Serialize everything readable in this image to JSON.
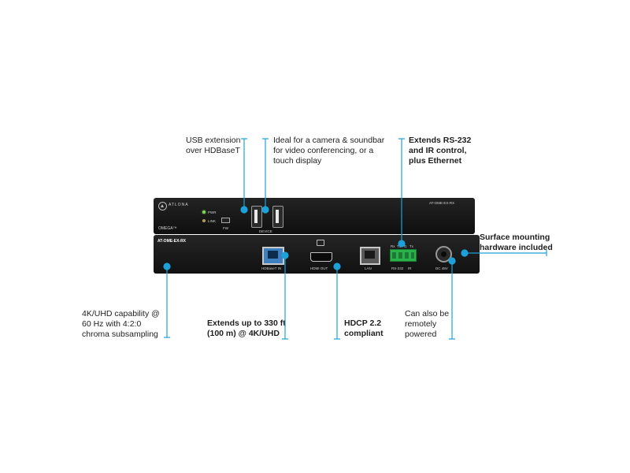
{
  "callouts": {
    "usb_extension": [
      "USB extension",
      "over HDBaseT"
    ],
    "ideal_for": [
      "Ideal for a camera & soundbar",
      "for video conferencing, or a",
      "touch display"
    ],
    "extends_rs232": [
      "Extends RS-232",
      "and IR control,",
      "plus Ethernet"
    ],
    "surface_mounting": [
      "Surface mounting",
      "hardware included"
    ],
    "uhd_capability": [
      "4K/UHD capability @",
      "60 Hz with 4:2:0",
      "chroma subsampling"
    ],
    "extends_distance": [
      "Extends up to 330 ft",
      "(100 m) @ 4K/UHD"
    ],
    "hdcp": [
      "HDCP 2.2",
      "compliant"
    ],
    "remotely_powered": [
      "Can also be",
      "remotely",
      "powered"
    ]
  },
  "front_panel": {
    "brand": "ATLONA",
    "model": "AT-OME-EX-RX",
    "series": "OMEGA™",
    "led_power": "PWR",
    "led_link": "LINK",
    "fw_label": "FW",
    "device_label": "DEVICE"
  },
  "rear_panel": {
    "model": "AT-OME-EX-RX",
    "hdbaset_in": "HDBaseT IN",
    "hdmi_out": "HDMI OUT",
    "lan": "LAN",
    "rs232": "RS-232",
    "ir": "IR",
    "dc_48v": "DC 48V",
    "terminal_pins": [
      "Rx",
      "Tx",
      "G",
      "Tx"
    ]
  },
  "colors": {
    "accent": "#1ea0d8",
    "device_body": "#151515",
    "led_green": "#7ed957",
    "terminal_green": "#29b34a"
  },
  "icons": [
    "atlona-logo-icon",
    "hdmi-plug-icon"
  ]
}
